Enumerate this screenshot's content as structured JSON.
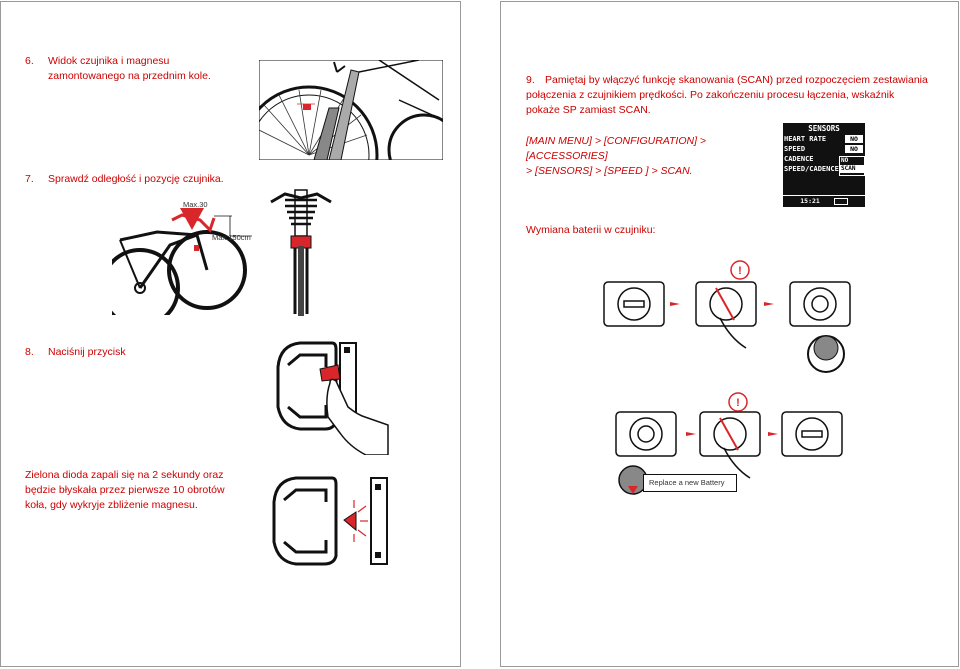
{
  "left": {
    "step6": {
      "num": "6.",
      "line1": "Widok czujnika i magnesu",
      "line2": "zamontowanego na przednim kole."
    },
    "step7": {
      "num": "7.",
      "text": "Sprawdź odległość i pozycję czujnika."
    },
    "dim_max30": "Max.30",
    "dim_max150": "Max.150cm",
    "step8": {
      "num": "8.",
      "text": "Naciśnij przycisk"
    },
    "led_note": {
      "line1": "Zielona dioda zapali się na 2 sekundy oraz",
      "line2": "będzie błyskała przez pierwsze 10 obrotów",
      "line3": "koła, gdy wykryje zbliżenie magnesu."
    }
  },
  "right": {
    "step9": {
      "num": "9.",
      "line1": "Pamiętaj by włączyć funkcję skanowania (SCAN) przed rozpoczęciem zestawiania",
      "line2": "połączenia z czujnikiem prędkości. Po zakończeniu procesu łączenia, wskaźnik",
      "line3": "pokaże SP zamiast SCAN."
    },
    "menu_path": {
      "line1": "[MAIN MENU] > [CONFIGURATION] >",
      "line2": "[ACCESSORIES]",
      "line3": "> [SENSORS] > [SPEED ] > SCAN."
    },
    "lcd": {
      "title": "SENSORS",
      "rows": [
        {
          "label": "HEART RATE",
          "value": "NO"
        },
        {
          "label": "SPEED",
          "value": "NO"
        },
        {
          "label": "CADENCE",
          "value": ""
        },
        {
          "label": "SPEED/CADENCE",
          "value": ""
        }
      ],
      "menu_options": [
        "NO",
        "SCAN"
      ],
      "time": "15:21"
    },
    "battery_heading": "Wymiana baterii w czujniku:",
    "replace_label": "Replace a new Battery",
    "warning_mark": "!"
  },
  "colors": {
    "text": "#cc0000",
    "line": "#111111",
    "accent_red": "#d9262b",
    "border": "#9a9a9a"
  }
}
